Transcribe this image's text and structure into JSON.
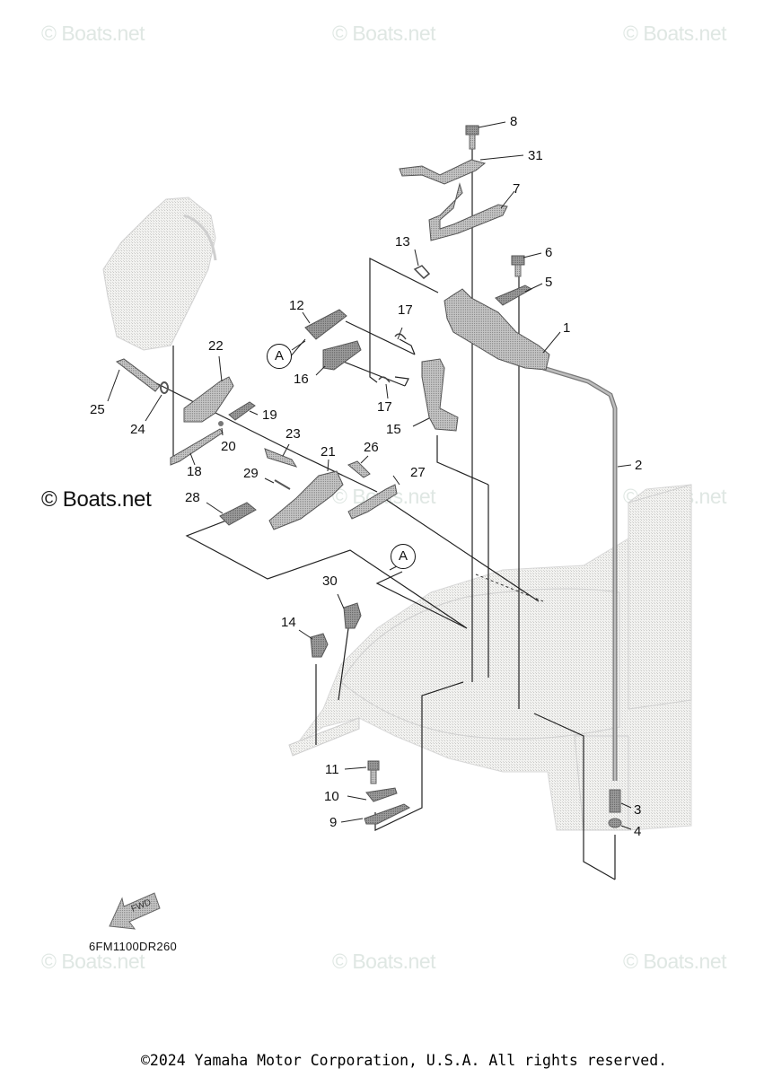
{
  "watermarks": {
    "text": "© Boats.net",
    "bold_text": "© Boats.net"
  },
  "diagram": {
    "code": "6FM1100DR260",
    "fwd_label": "FWD",
    "reference_marker": "A",
    "callouts": [
      {
        "id": "1",
        "label": "1"
      },
      {
        "id": "2",
        "label": "2"
      },
      {
        "id": "3",
        "label": "3"
      },
      {
        "id": "4",
        "label": "4"
      },
      {
        "id": "5",
        "label": "5"
      },
      {
        "id": "6",
        "label": "6"
      },
      {
        "id": "7",
        "label": "7"
      },
      {
        "id": "8",
        "label": "8"
      },
      {
        "id": "9",
        "label": "9"
      },
      {
        "id": "10",
        "label": "10"
      },
      {
        "id": "11",
        "label": "11"
      },
      {
        "id": "12",
        "label": "12"
      },
      {
        "id": "13",
        "label": "13"
      },
      {
        "id": "14",
        "label": "14"
      },
      {
        "id": "15",
        "label": "15"
      },
      {
        "id": "16",
        "label": "16"
      },
      {
        "id": "17a",
        "label": "17"
      },
      {
        "id": "17b",
        "label": "17"
      },
      {
        "id": "18",
        "label": "18"
      },
      {
        "id": "19",
        "label": "19"
      },
      {
        "id": "20",
        "label": "20"
      },
      {
        "id": "21",
        "label": "21"
      },
      {
        "id": "22",
        "label": "22"
      },
      {
        "id": "23",
        "label": "23"
      },
      {
        "id": "24",
        "label": "24"
      },
      {
        "id": "25",
        "label": "25"
      },
      {
        "id": "26",
        "label": "26"
      },
      {
        "id": "27",
        "label": "27"
      },
      {
        "id": "28",
        "label": "28"
      },
      {
        "id": "29",
        "label": "29"
      },
      {
        "id": "30",
        "label": "30"
      },
      {
        "id": "31",
        "label": "31"
      }
    ]
  },
  "footer": {
    "copyright": "©2024 Yamaha Motor Corporation, U.S.A. All rights reserved."
  }
}
